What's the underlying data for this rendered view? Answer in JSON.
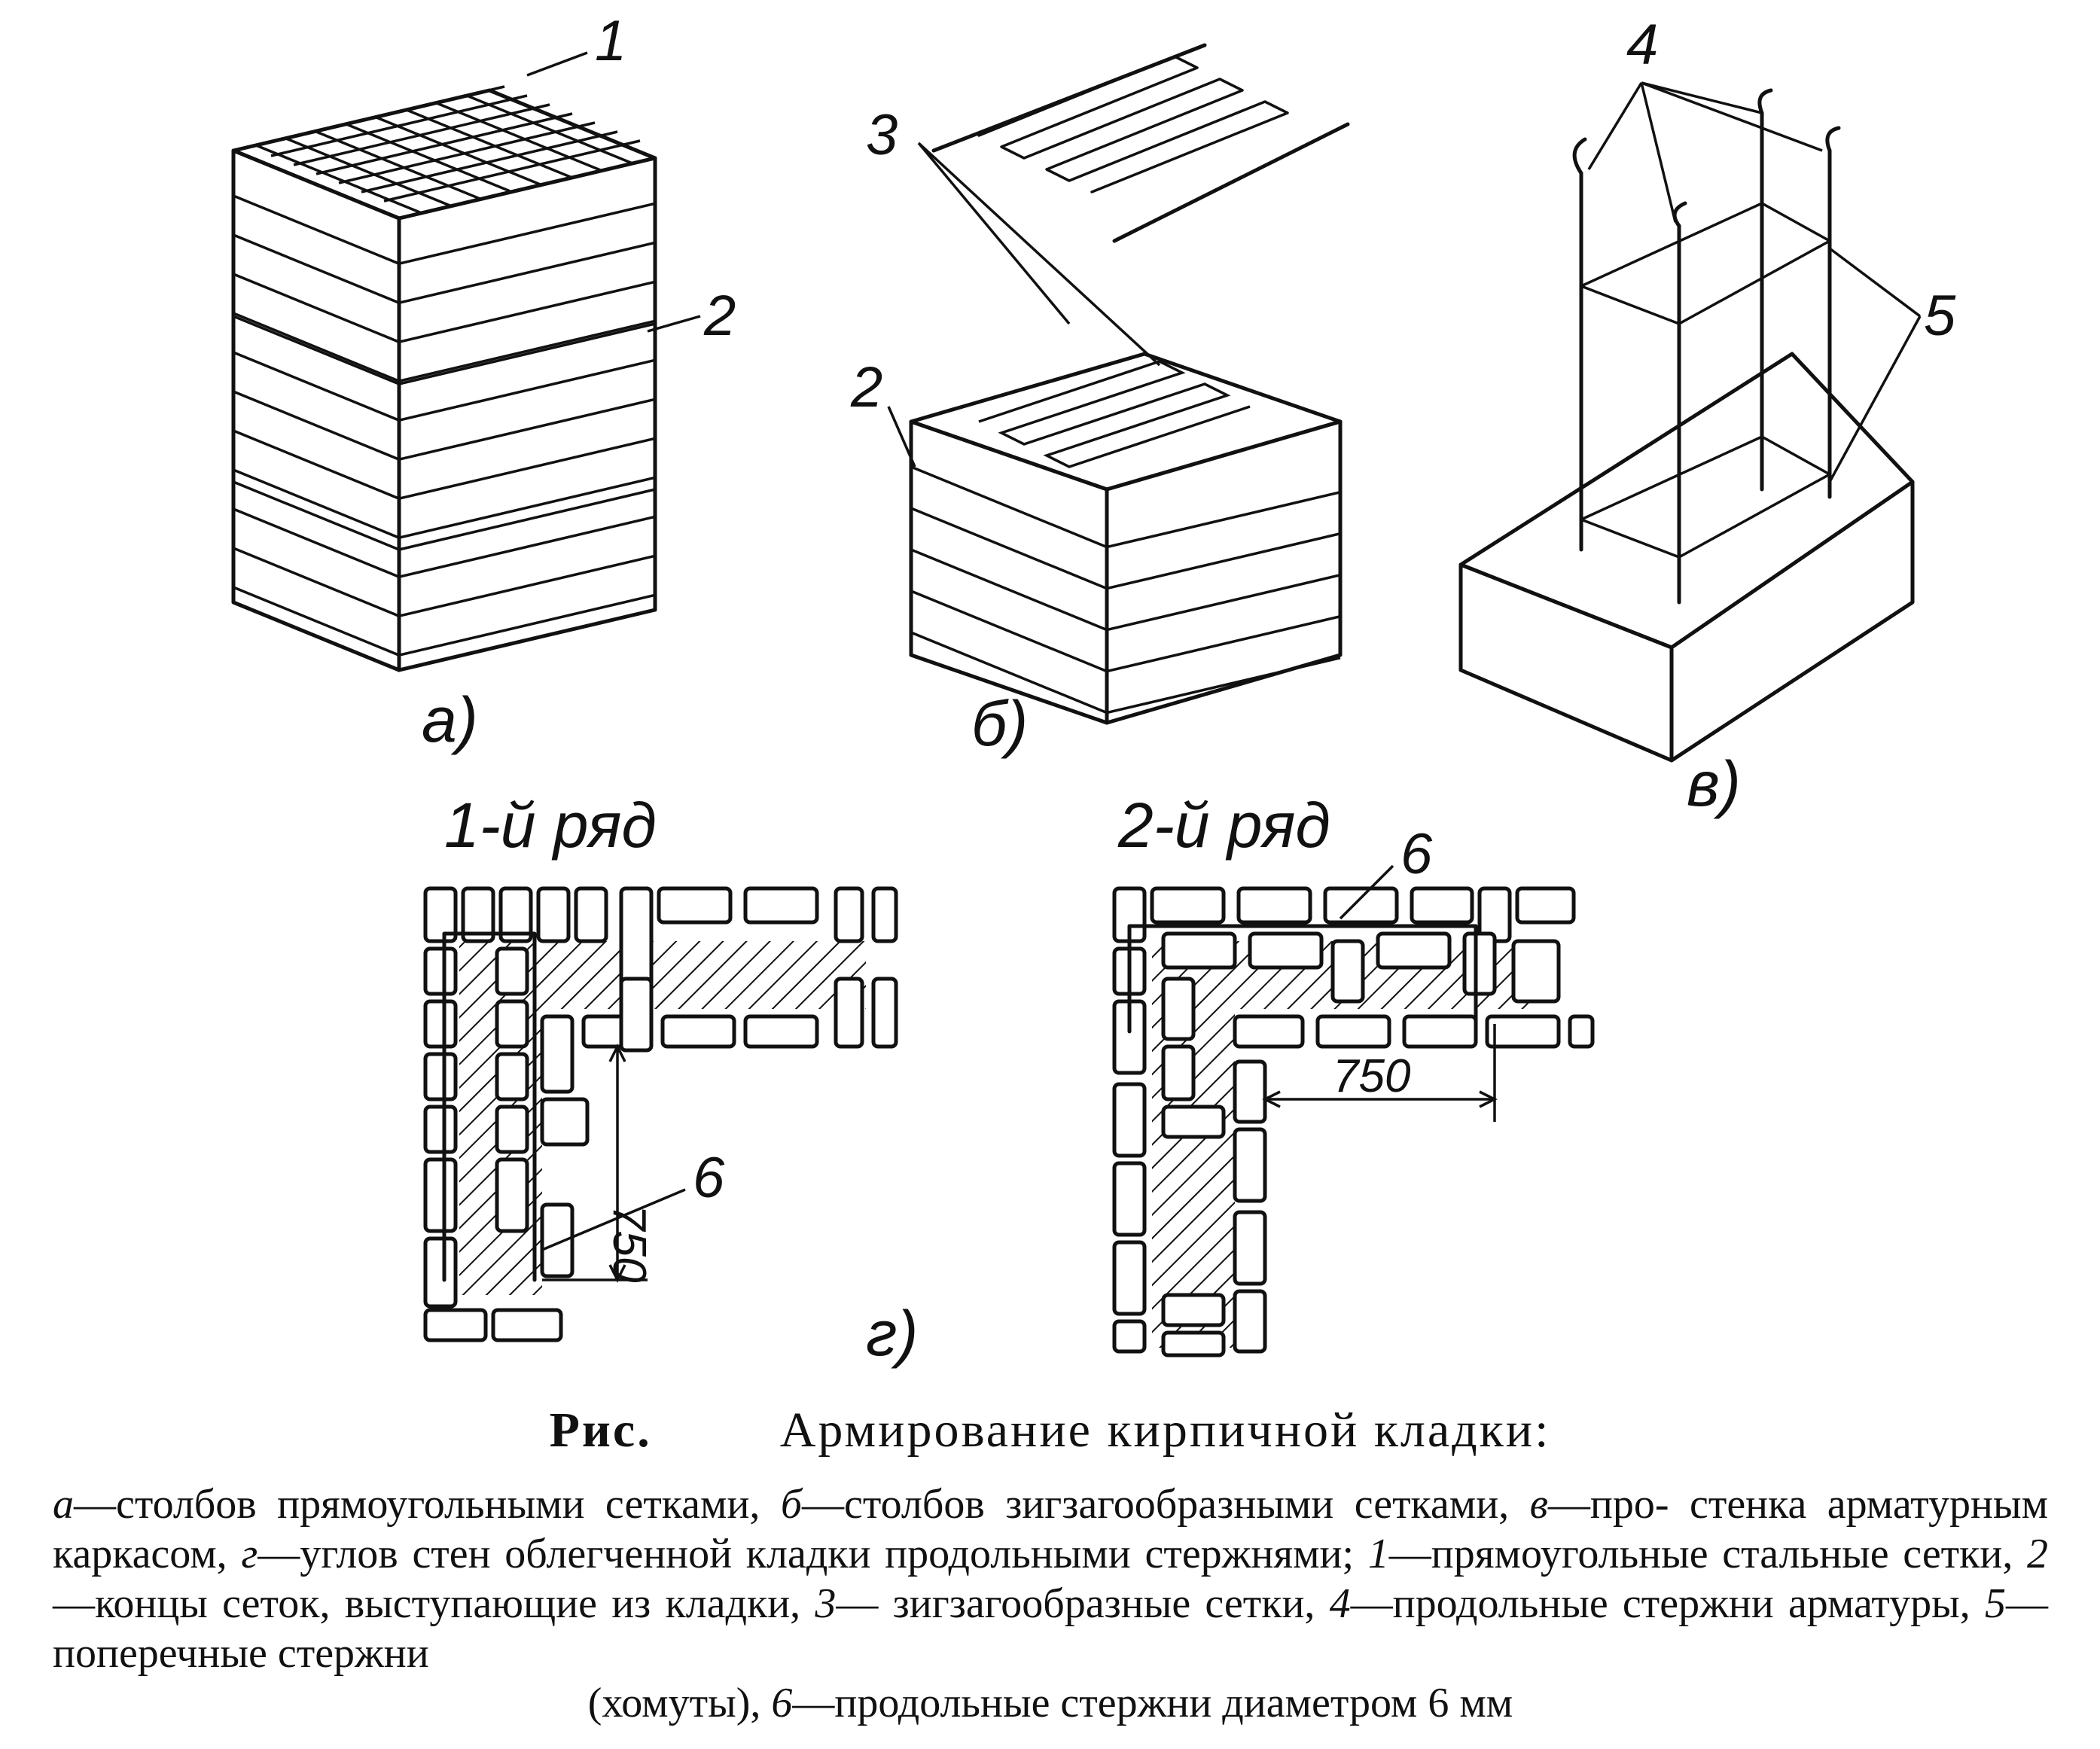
{
  "labels": {
    "callout_1": "1",
    "callout_2_a": "2",
    "callout_2_b": "2",
    "callout_3": "3",
    "callout_4": "4",
    "callout_5": "5",
    "callout_6_row1": "6",
    "callout_6_row2": "6",
    "panel_a": "а)",
    "panel_b": "б)",
    "panel_v": "в)",
    "panel_g": "г)",
    "row1_title": "1-й ряд",
    "row2_title": "2-й ряд",
    "dim_row1": "750",
    "dim_row2": "750"
  },
  "caption": {
    "fig": "Рис.",
    "title": "Армирование кирпичной кладки:",
    "l1": {
      "a_key": "а",
      "a_text": "—столбов прямоугольными сетками, ",
      "b_key": "б",
      "b_text": "—столбов зигзагообразными сетками, ",
      "v_key": "в",
      "v_text": "—про-"
    },
    "l2": {
      "text": "стенка арматурным каркасом, ",
      "g_key": "г",
      "g_text": "—углов стен облегченной кладки продольными стержнями;"
    },
    "l3": {
      "k1": "1",
      "t1": "—прямоугольные стальные сетки, ",
      "k2": "2",
      "t2": "—концы сеток, выступающие из кладки, ",
      "k3": "3",
      "t3": "—"
    },
    "l4": {
      "t3b": "зигзагообразные сетки, ",
      "k4": "4",
      "t4": "—продольные стержни арматуры, ",
      "k5": "5",
      "t5": "—поперечные стержни"
    },
    "l5": {
      "t5b": "(хомуты), ",
      "k6": "6",
      "t6": "—продольные стержни диаметром 6 мм"
    }
  }
}
